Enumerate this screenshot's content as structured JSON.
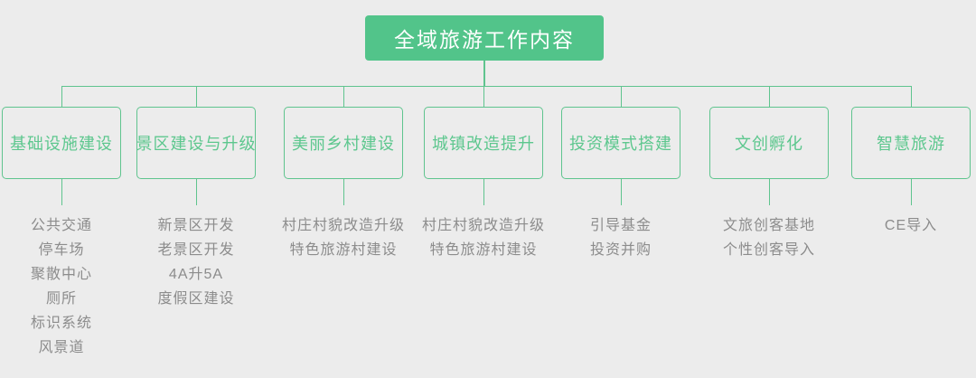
{
  "root": {
    "label": "全域旅游工作内容"
  },
  "colors": {
    "background": "#ececec",
    "root_fill": "#52c48a",
    "root_text": "#ffffff",
    "line": "#5fc48e",
    "node_border": "#5fc48e",
    "node_text": "#5dc78e",
    "leaf_text": "#8c8c8c"
  },
  "columns": [
    {
      "label": "基础设施建设",
      "items": [
        "公共交通",
        "停车场",
        "聚散中心",
        "厕所",
        "标识系统",
        "风景道"
      ]
    },
    {
      "label": "景区建设与升级",
      "items": [
        "新景区开发",
        "老景区开发",
        "4A升5A",
        "度假区建设"
      ]
    },
    {
      "label": "美丽乡村建设",
      "items": [
        "村庄村貌改造升级",
        "特色旅游村建设"
      ]
    },
    {
      "label": "城镇改造提升",
      "items": [
        "村庄村貌改造升级",
        "特色旅游村建设"
      ]
    },
    {
      "label": "投资模式搭建",
      "items": [
        "引导基金",
        "投资并购"
      ]
    },
    {
      "label": "文创孵化",
      "items": [
        "文旅创客基地",
        "个性创客导入"
      ]
    },
    {
      "label": "智慧旅游",
      "items": [
        "CE导入"
      ]
    }
  ]
}
